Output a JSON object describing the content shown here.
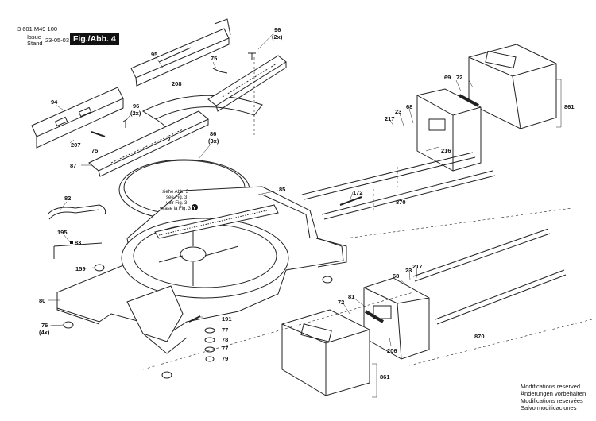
{
  "header": {
    "doc_number": "3 601 M49 100",
    "issue_label": "Issue",
    "stand_label": "Stand",
    "date": "23-05-03",
    "figure": "Fig./Abb. 4"
  },
  "parts": {
    "p96a": "96",
    "p96a_qty": "(2x)",
    "p95": "95",
    "p75a": "75",
    "p208": "208",
    "p94": "94",
    "p96b": "96",
    "p96b_qty": "(2x)",
    "p207": "207",
    "p75b": "75",
    "p87": "87",
    "p86": "86",
    "p86_qty": "(3x)",
    "p85": "85",
    "p82": "82",
    "p195": "195",
    "p83": "83",
    "p159": "159",
    "p80": "80",
    "p76": "76",
    "p76_qty": "(4x)",
    "p191": "191",
    "p77a": "77",
    "p78": "78",
    "p77b": "77",
    "p79": "79",
    "p69": "69",
    "p72a": "72",
    "p68a": "68",
    "p23a": "23",
    "p217a": "217",
    "p216": "216",
    "p861a": "861",
    "p172": "172",
    "p870a": "870",
    "p68b": "68",
    "p23b": "23",
    "p217b": "217",
    "p72b": "72",
    "p81": "81",
    "p206": "206",
    "p870b": "870",
    "p861b": "861"
  },
  "see_note": {
    "line1": "siehe Abb. 3",
    "line2": "see Fig. 3",
    "line3": "voir Fig. 3",
    "line4": "véase la Fig. 3",
    "marker": "Y"
  },
  "footer": {
    "line1": "Modifications reserved",
    "line2": "Änderungen vorbehalten",
    "line3": "Modifications reservées",
    "line4": "Salvo modificaciones"
  }
}
